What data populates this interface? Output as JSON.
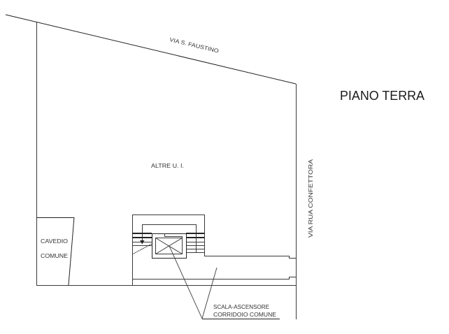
{
  "title": "PIANO TERRA",
  "streets": {
    "north": "VIA S. FAUSTINO",
    "east": "VIA RUA CONFETTORA"
  },
  "rooms": {
    "main": "ALTRE U. I.",
    "cavedio_line1": "CAVEDIO",
    "cavedio_line2": "COMUNE"
  },
  "callout": {
    "line1": "SCALA-ASCENSORE",
    "line2": "CORRIDOIO COMUNE"
  },
  "colors": {
    "line": "#3a3a3a",
    "text": "#333333",
    "background": "#ffffff"
  }
}
